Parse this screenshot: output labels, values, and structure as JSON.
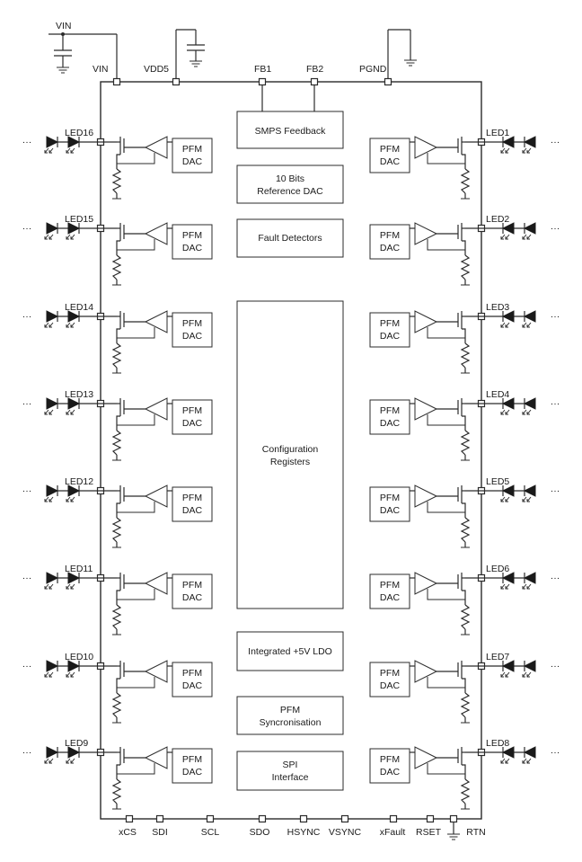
{
  "supply": {
    "vin_top": "VIN",
    "vin_pin": "VIN",
    "vdd5": "VDD5",
    "fb1": "FB1",
    "fb2": "FB2",
    "pgnd": "PGND"
  },
  "blocks": {
    "smps": [
      "SMPS Feedback"
    ],
    "refdac": [
      "10 Bits",
      "Reference DAC"
    ],
    "fault": [
      "Fault Detectors"
    ],
    "config": [
      "Configuration",
      "Registers"
    ],
    "ldo": [
      "Integrated +5V LDO"
    ],
    "pfmsync": [
      "PFM",
      "Syncronisation"
    ],
    "spi": [
      "SPI",
      "Interface"
    ]
  },
  "pfm_dac": [
    "PFM",
    "DAC"
  ],
  "leds_left": [
    "LED16",
    "LED15",
    "LED14",
    "LED13",
    "LED12",
    "LED11",
    "LED10",
    "LED9"
  ],
  "leds_right": [
    "LED1",
    "LED2",
    "LED3",
    "LED4",
    "LED5",
    "LED6",
    "LED7",
    "LED8"
  ],
  "ellipsis": "···",
  "bottom_pins": [
    "xCS",
    "SDI",
    "SCL",
    "SDO",
    "HSYNC",
    "VSYNC",
    "xFault",
    "RSET",
    "RTN"
  ]
}
